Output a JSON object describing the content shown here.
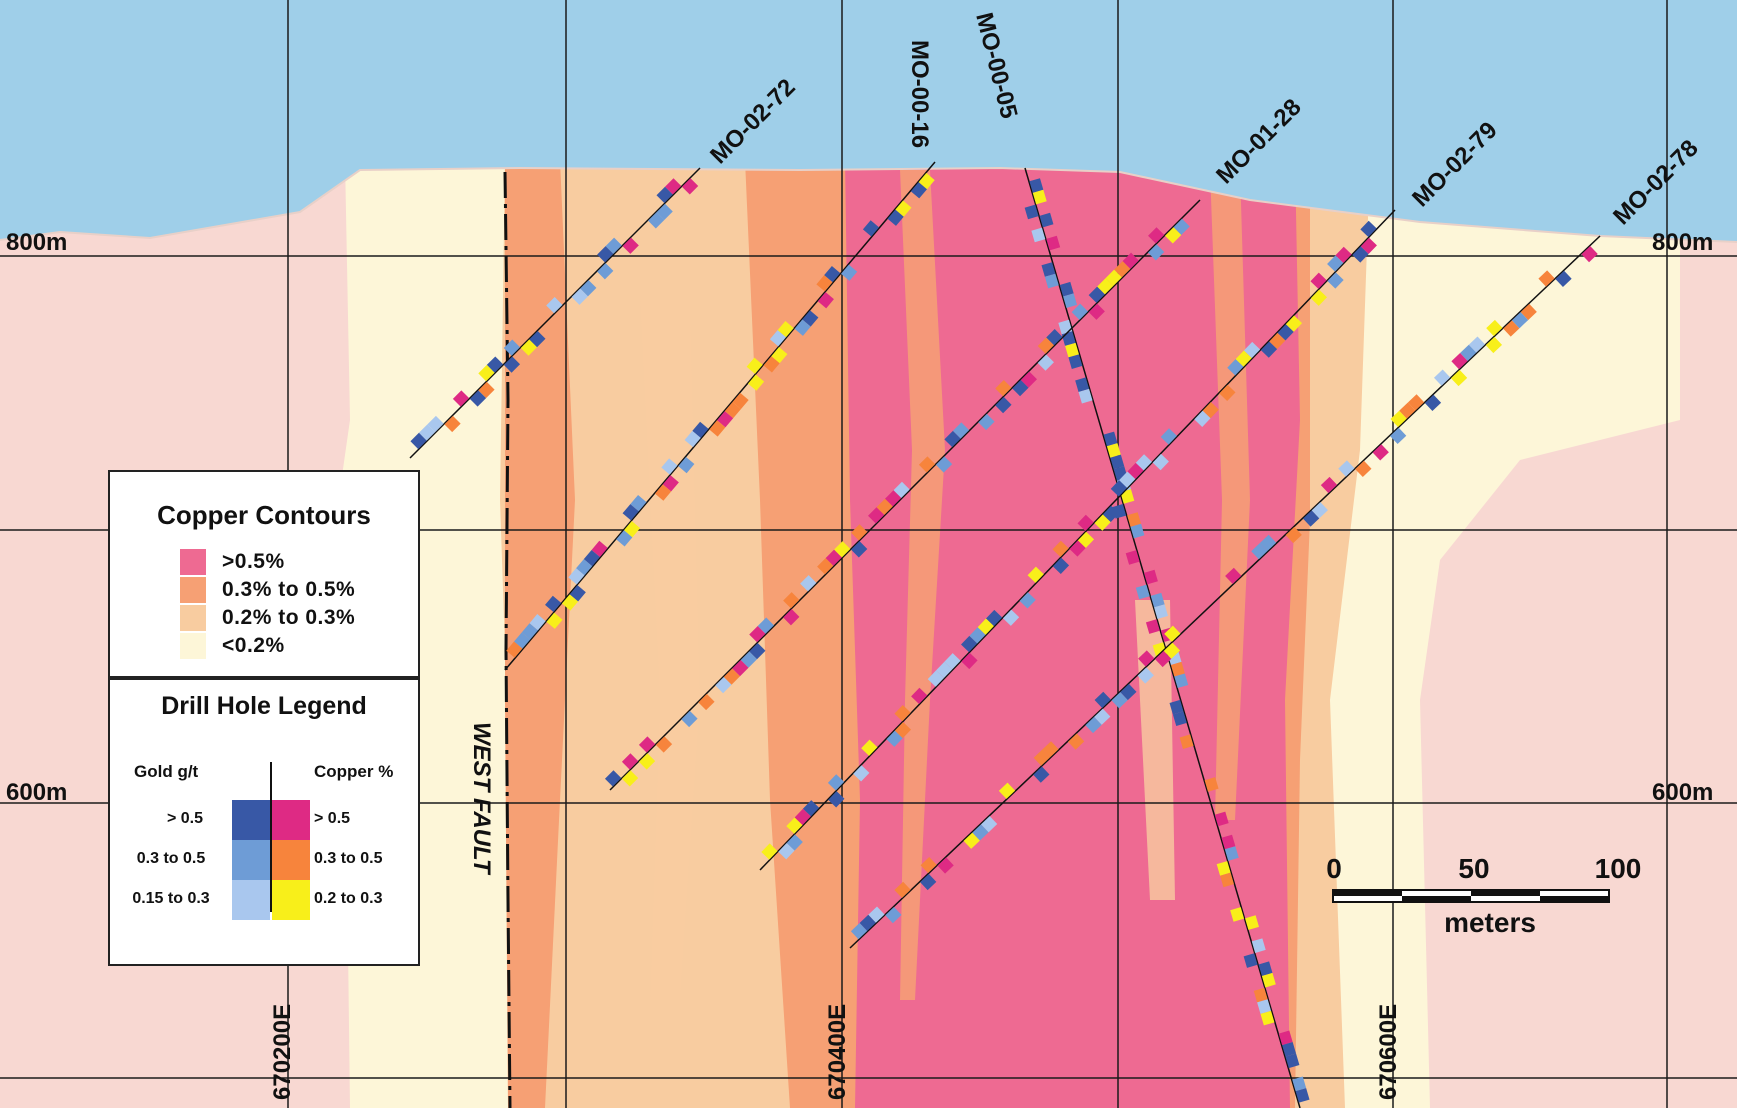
{
  "colors": {
    "sky": "#9fcfe9",
    "background": "#f8d8d2",
    "grid": "#1a1a1a",
    "contour_gt_0_5": "#ee6a92",
    "contour_0_3_to_0_5": "#f6a074",
    "contour_0_2_to_0_3": "#f8cca0",
    "contour_lt_0_2": "#fdf6d8",
    "gold_gt_0_5": "#3858a6",
    "gold_0_3_to_0_5": "#6e9cd6",
    "gold_0_15_to_0_3": "#a9c7ee",
    "copper_gt_0_5": "#de2a84",
    "copper_0_3_to_0_5": "#f7843c",
    "copper_0_2_to_0_3": "#f8ef1a"
  },
  "grid": {
    "elevation_labels": [
      "800m",
      "600m"
    ],
    "easting_labels": [
      "670200E",
      "670400E",
      "670600E"
    ]
  },
  "drill_holes": [
    {
      "id": "MO-02-72"
    },
    {
      "id": "MO-00-16"
    },
    {
      "id": "MO-00-05"
    },
    {
      "id": "MO-01-28"
    },
    {
      "id": "MO-02-79"
    },
    {
      "id": "MO-02-78"
    }
  ],
  "fault_label": "WEST FAULT",
  "copper_legend": {
    "title": "Copper Contours",
    "items": [
      ">0.5%",
      "0.3% to 0.5%",
      "0.2% to 0.3%",
      "<0.2%"
    ]
  },
  "drill_legend": {
    "title": "Drill Hole Legend",
    "gold_header": "Gold g/t",
    "copper_header": "Copper %",
    "gold_labels": [
      "> 0.5",
      "0.3 to 0.5",
      "0.15 to 0.3"
    ],
    "copper_labels": [
      "> 0.5",
      "0.3 to 0.5",
      "0.2 to 0.3"
    ]
  },
  "scale_bar": {
    "labels": [
      "0",
      "50",
      "100"
    ],
    "unit": "meters"
  }
}
